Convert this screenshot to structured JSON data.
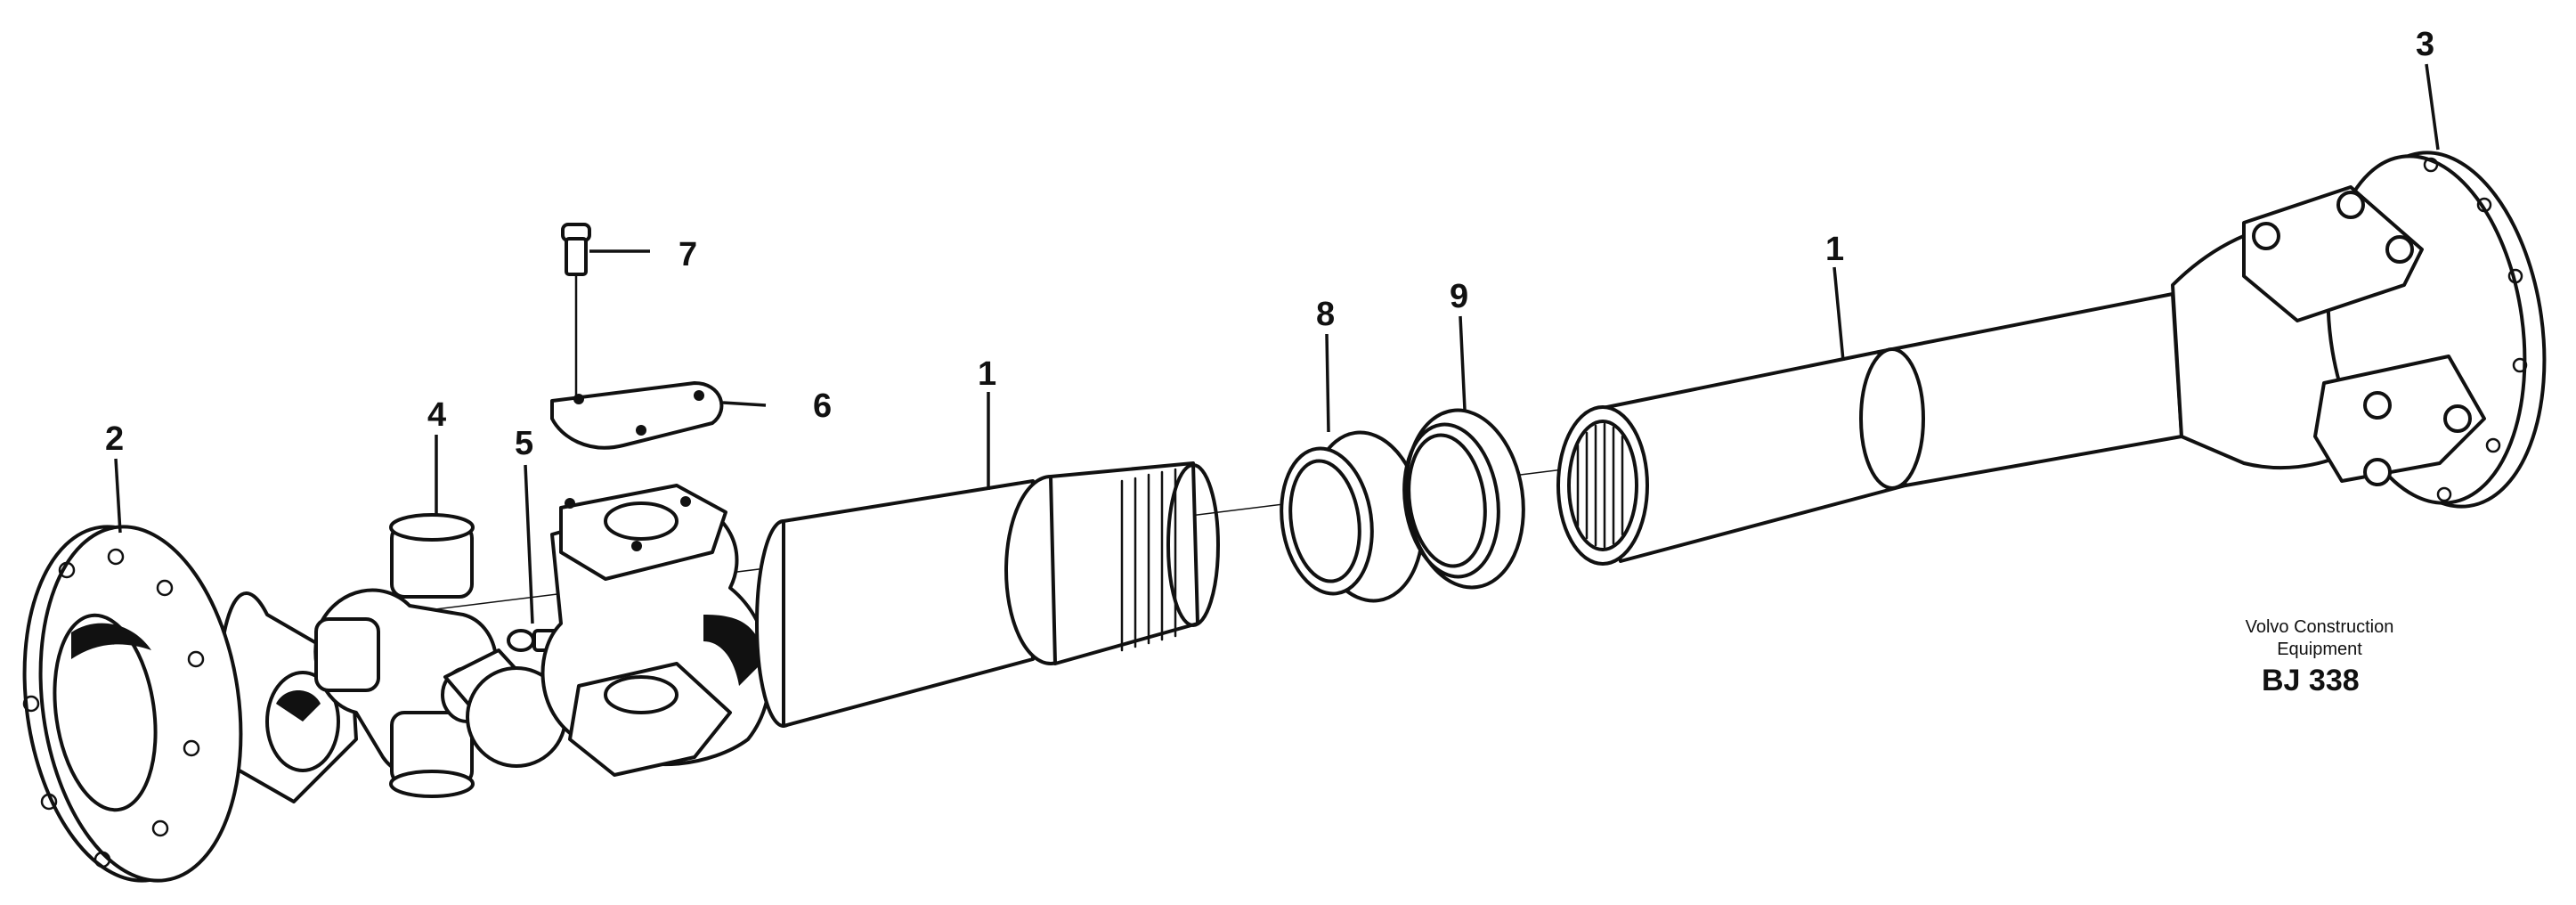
{
  "callouts": {
    "c1_left": "1",
    "c1_right": "1",
    "c2": "2",
    "c3": "3",
    "c4": "4",
    "c5": "5",
    "c6": "6",
    "c7": "7",
    "c8": "8",
    "c9": "9"
  },
  "caption": {
    "line1": "Volvo Construction",
    "line2": "Equipment",
    "code": "BJ 338"
  }
}
